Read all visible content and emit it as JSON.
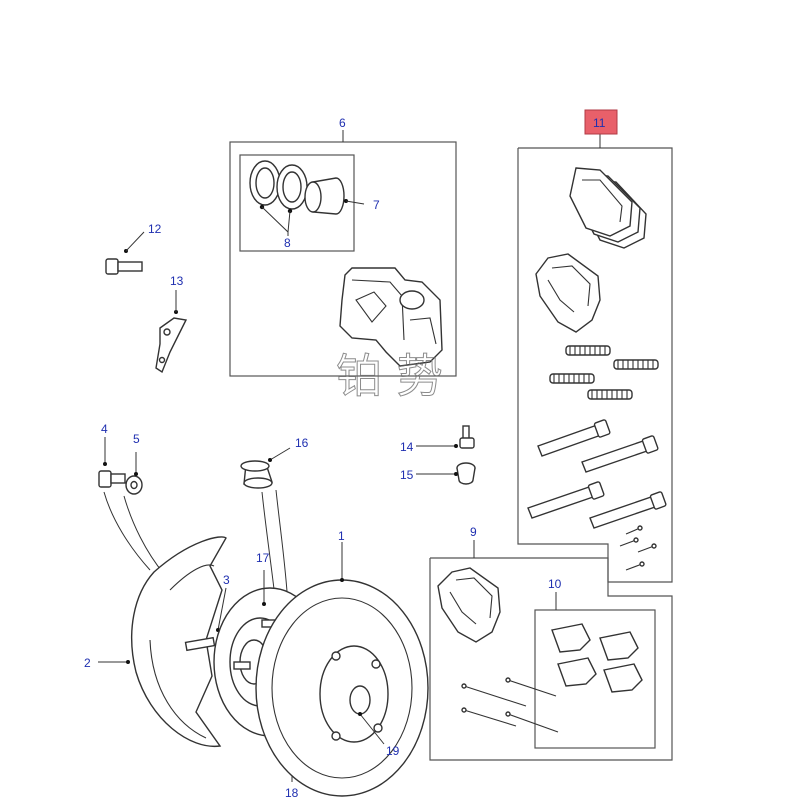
{
  "diagram": {
    "callouts": [
      "1",
      "2",
      "3",
      "4",
      "5",
      "6",
      "7",
      "8",
      "9",
      "10",
      "11",
      "12",
      "13",
      "14",
      "15",
      "16",
      "17",
      "18",
      "19"
    ],
    "highlighted_callout": "11",
    "highlight_color": "#e8606a",
    "callout_color": "#1f2fb0",
    "watermark": "铂 势"
  }
}
